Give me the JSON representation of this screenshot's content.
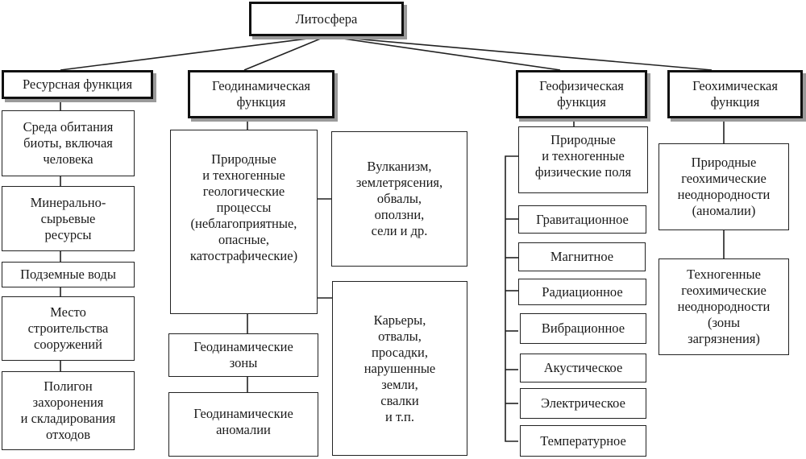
{
  "root": {
    "label": "Литосфера"
  },
  "functions": [
    {
      "label": "Ресурсная функция",
      "children": [
        "Среда обитания\nбиоты, включая\nчеловека",
        "Минерально-\nсырьевые\nресурсы",
        "Подземные воды",
        "Место\nстроительства\nсооружений",
        "Полигон\nзахоронения\nи складирования\nотходов"
      ]
    },
    {
      "label": "Геодинамическая\nфункция",
      "main": "Природные\nи техногенные\nгеологические\nпроцессы\n(неблагоприятные,\nопасные,\nкатострафические)",
      "side": [
        "Вулканизм,\nземлетрясения,\nобвалы,\nоползни,\nсели и др.",
        "Карьеры,\nотвалы,\nпросадки,\nнарушенные\nземли,\nсвалки\nи т.п."
      ],
      "below": [
        "Геодинамические\nзоны",
        "Геодинамические\nаномалии"
      ]
    },
    {
      "label": "Геофизическая\nфункция",
      "main": "Природные\nи техногенные\nфизические поля",
      "fields": [
        "Гравитационное",
        "Магнитное",
        "Радиационное",
        "Вибрационное",
        "Акустическое",
        "Электрическое",
        "Температурное"
      ]
    },
    {
      "label": "Геохимическая\nфункция",
      "children": [
        "Природные\nгеохимические\nнеоднородности\n(аномалии)",
        "Техногенные\nгеохимические\nнеоднородности\n(зоны\nзагрязнения)"
      ]
    }
  ]
}
